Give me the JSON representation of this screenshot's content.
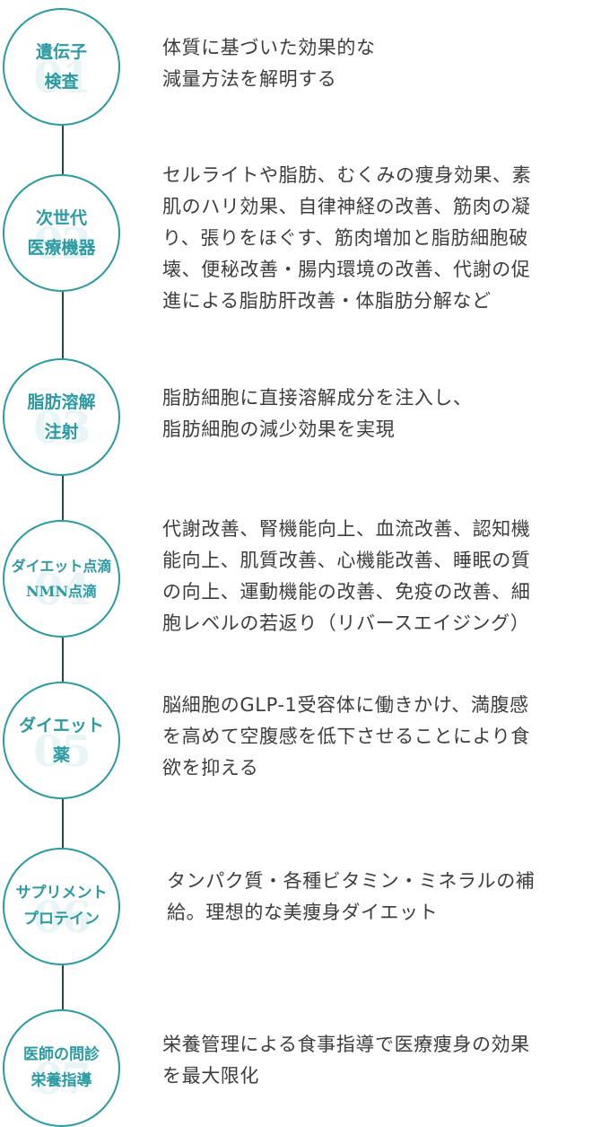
{
  "items": [
    {
      "number": "01",
      "label_lines": [
        "遺伝子",
        "検査"
      ],
      "desc_lines": [
        "体質に基づいた効果的な",
        "減量方法を解明する"
      ]
    },
    {
      "number": "02",
      "label_lines": [
        "次世代",
        "医療機器"
      ],
      "desc_lines": [
        "セルライトや脂肪、むくみの痩身効果、素",
        "肌のハリ効果、自律神経の改善、筋肉の凝",
        "り、張りをほぐす、筋肉増加と脂肪細胞破",
        "壊、便秘改善・腸内環境の改善、代謝の促",
        "進による脂肪肝改善・体脂肪分解など"
      ]
    },
    {
      "number": "03",
      "label_lines": [
        "脂肪溶解",
        "注射"
      ],
      "desc_lines": [
        "脂肪細胞に直接溶解成分を注入し、",
        "脂肪細胞の減少効果を実現"
      ]
    },
    {
      "number": "04",
      "label_lines": [
        "ダイエット点滴",
        "NMN点滴"
      ],
      "desc_lines": [
        "代謝改善、腎機能向上、血流改善、認知機",
        "能向上、肌質改善、心機能改善、睡眠の質",
        "の向上、運動機能の改善、免疫の改善、細",
        "胞レベルの若返り（リバースエイジング）"
      ]
    },
    {
      "number": "05",
      "label_lines": [
        "ダイエット",
        "薬"
      ],
      "desc_lines": [
        "脳細胞のGLP-1受容体に働きかけ、満腹感",
        "を高めて空腹感を低下させることにより食",
        "欲を抑える"
      ]
    },
    {
      "number": "06",
      "label_lines": [
        "サプリメント",
        "プロテイン"
      ],
      "desc_lines": [
        "タンパク質・各種ビタミン・ミネラルの補",
        "給。理想的な美痩身ダイエット"
      ]
    },
    {
      "number": "07",
      "label_lines": [
        "医師の問診",
        "栄養指導"
      ],
      "desc_lines": [
        "栄養管理による食事指導で医療痩身の効果",
        "を最大限化"
      ]
    }
  ]
}
